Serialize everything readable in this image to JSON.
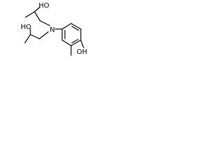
{
  "structure": {
    "atoms": {
      "n1": "N",
      "oh_top": "HO",
      "oh_mid": "HO",
      "oh_phenol": "OH"
    }
  }
}
